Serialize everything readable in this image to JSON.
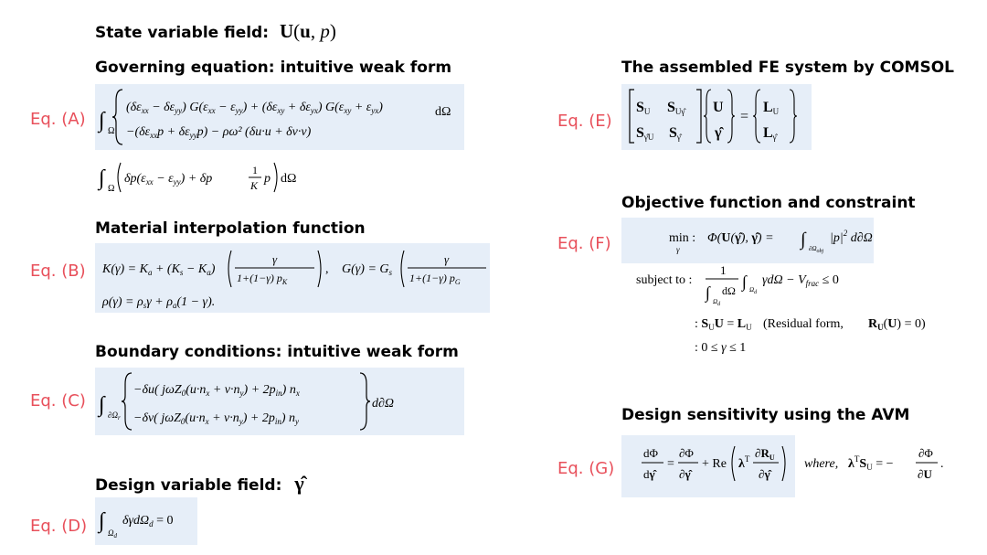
{
  "headings": {
    "state_variable": "State variable field:",
    "governing": "Governing equation: intuitive weak form",
    "material": "Material interpolation function",
    "boundary": "Boundary conditions: intuitive weak form",
    "design_variable": "Design variable field:",
    "assembled": "The assembled FE system by COMSOL",
    "objective": "Objective function and constraint",
    "sensitivity": "Design sensitivity using the AVM"
  },
  "labels": {
    "A": "Eq. (A)",
    "B": "Eq. (B)",
    "C": "Eq. (C)",
    "D": "Eq. (D)",
    "E": "Eq. (E)",
    "F": "Eq. (F)",
    "G": "Eq. (G)"
  },
  "objective": {
    "subject_to": "subject to :",
    "residual_form": "(Residual form,",
    "where": "where,"
  },
  "colors": {
    "label": "#e8505b",
    "box": "#e6eef8"
  }
}
